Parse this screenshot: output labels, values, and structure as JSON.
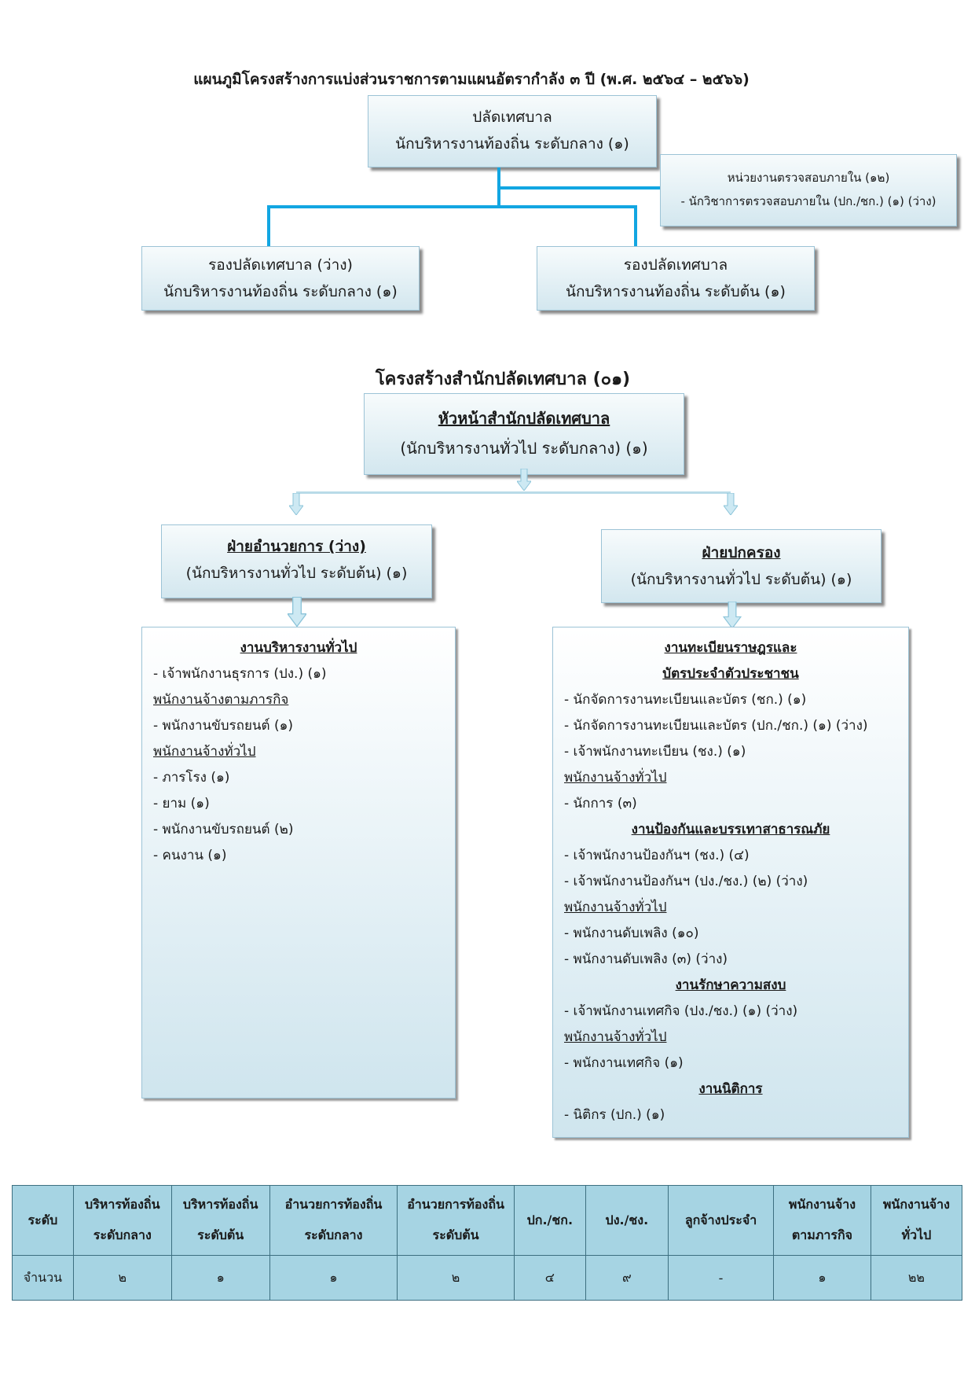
{
  "top_title": "แผนภูมิโครงสร้างการแบ่งส่วนราชการตามแผนอัตรากำลัง ๓ ปี (พ.ศ. ๒๕๖๔ – ๒๕๖๖)",
  "top": {
    "head": {
      "line1": "ปลัดเทศบาล",
      "line2": "นักบริหารงานท้องถิ่น ระดับกลาง (๑)"
    },
    "audit": {
      "line1": "หน่วยงานตรวจสอบภายใน (๑๒)",
      "line2": "- นักวิชาการตรวจสอบภายใน (ปก./ชก.) (๑) (ว่าง)"
    },
    "deputy_left": {
      "line1": "รองปลัดเทศบาล (ว่าง)",
      "line2": "นักบริหารงานท้องถิ่น ระดับกลาง (๑)"
    },
    "deputy_right": {
      "line1": "รองปลัดเทศบาล",
      "line2": "นักบริหารงานท้องถิ่น ระดับต้น (๑)"
    }
  },
  "office_title": "โครงสร้างสำนักปลัดเทศบาล (๐๑)",
  "office": {
    "head": {
      "line1": "หัวหน้าสำนักปลัดเทศบาล",
      "line2": "(นักบริหารงานทั่วไป ระดับกลาง) (๑)"
    },
    "admin": {
      "line1": "ฝ่ายอำนวยการ (ว่าง)",
      "line2": "(นักบริหารงานทั่วไป ระดับต้น) (๑)"
    },
    "gov": {
      "line1": "ฝ่ายปกครอง",
      "line2": "(นักบริหารงานทั่วไป ระดับต้น) (๑)"
    }
  },
  "left_panel": [
    {
      "t": "h",
      "text": "งานบริหารงานทั่วไป"
    },
    {
      "t": "i",
      "text": "- เจ้าพนักงานธุรการ (ปง.) (๑)"
    },
    {
      "t": "s",
      "text": "พนักงานจ้างตามภารกิจ"
    },
    {
      "t": "i",
      "text": "- พนักงานขับรถยนต์ (๑)"
    },
    {
      "t": "s",
      "text": "พนักงานจ้างทั่วไป"
    },
    {
      "t": "i",
      "text": "- ภารโรง (๑)"
    },
    {
      "t": "i",
      "text": "- ยาม (๑)"
    },
    {
      "t": "i",
      "text": "- พนักงานขับรถยนต์ (๒)"
    },
    {
      "t": "i",
      "text": "- คนงาน (๑)"
    }
  ],
  "right_panel": [
    {
      "t": "h",
      "text": "งานทะเบียนราษฎรและ"
    },
    {
      "t": "h",
      "text": "บัตรประจำตัวประชาชน"
    },
    {
      "t": "i",
      "text": "- นักจัดการงานทะเบียนและบัตร (ชก.) (๑)"
    },
    {
      "t": "i",
      "text": "- นักจัดการงานทะเบียนและบัตร (ปก./ชก.) (๑) (ว่าง)"
    },
    {
      "t": "i",
      "text": "- เจ้าพนักงานทะเบียน (ชง.) (๑)"
    },
    {
      "t": "s",
      "text": "พนักงานจ้างทั่วไป"
    },
    {
      "t": "i",
      "text": "- นักการ (๓)"
    },
    {
      "t": "h",
      "text": "งานป้องกันและบรรเทาสาธารณภัย"
    },
    {
      "t": "i",
      "text": "- เจ้าพนักงานป้องกันฯ (ชง.) (๔)"
    },
    {
      "t": "i",
      "text": "- เจ้าพนักงานป้องกันฯ (ปง./ชง.) (๒) (ว่าง)"
    },
    {
      "t": "s",
      "text": "พนักงานจ้างทั่วไป"
    },
    {
      "t": "i",
      "text": "- พนักงานดับเพลิง (๑๐)"
    },
    {
      "t": "i",
      "text": "- พนักงานดับเพลิง (๓) (ว่าง)"
    },
    {
      "t": "h",
      "text": "งานรักษาความสงบ"
    },
    {
      "t": "i",
      "text": "- เจ้าพนักงานเทศกิจ (ปง./ชง.) (๑) (ว่าง)"
    },
    {
      "t": "s",
      "text": "พนักงานจ้างทั่วไป"
    },
    {
      "t": "i",
      "text": "- พนักงานเทศกิจ (๑)"
    },
    {
      "t": "h",
      "text": "งานนิติการ"
    },
    {
      "t": "i",
      "text": "- นิติกร (ปก.) (๑)"
    }
  ],
  "table": {
    "header": [
      {
        "top": "ระดับ",
        "bottom": ""
      },
      {
        "top": "บริหารท้องถิ่น",
        "bottom": "ระดับกลาง"
      },
      {
        "top": "บริหารท้องถิ่น",
        "bottom": "ระดับต้น"
      },
      {
        "top": "อำนวยการท้องถิ่น",
        "bottom": "ระดับกลาง"
      },
      {
        "top": "อำนวยการท้องถิ่น",
        "bottom": "ระดับต้น"
      },
      {
        "top": "ปก./ชก.",
        "bottom": ""
      },
      {
        "top": "ปง./ชง.",
        "bottom": ""
      },
      {
        "top": "ลูกจ้างประจำ",
        "bottom": ""
      },
      {
        "top": "พนักงานจ้าง",
        "bottom": "ตามภารกิจ"
      },
      {
        "top": "พนักงานจ้าง",
        "bottom": "ทั่วไป"
      }
    ],
    "row": [
      "จำนวน",
      "๒",
      "๑",
      "๑",
      "๒",
      "๔",
      "๙",
      "-",
      "๑",
      "๒๒"
    ]
  }
}
